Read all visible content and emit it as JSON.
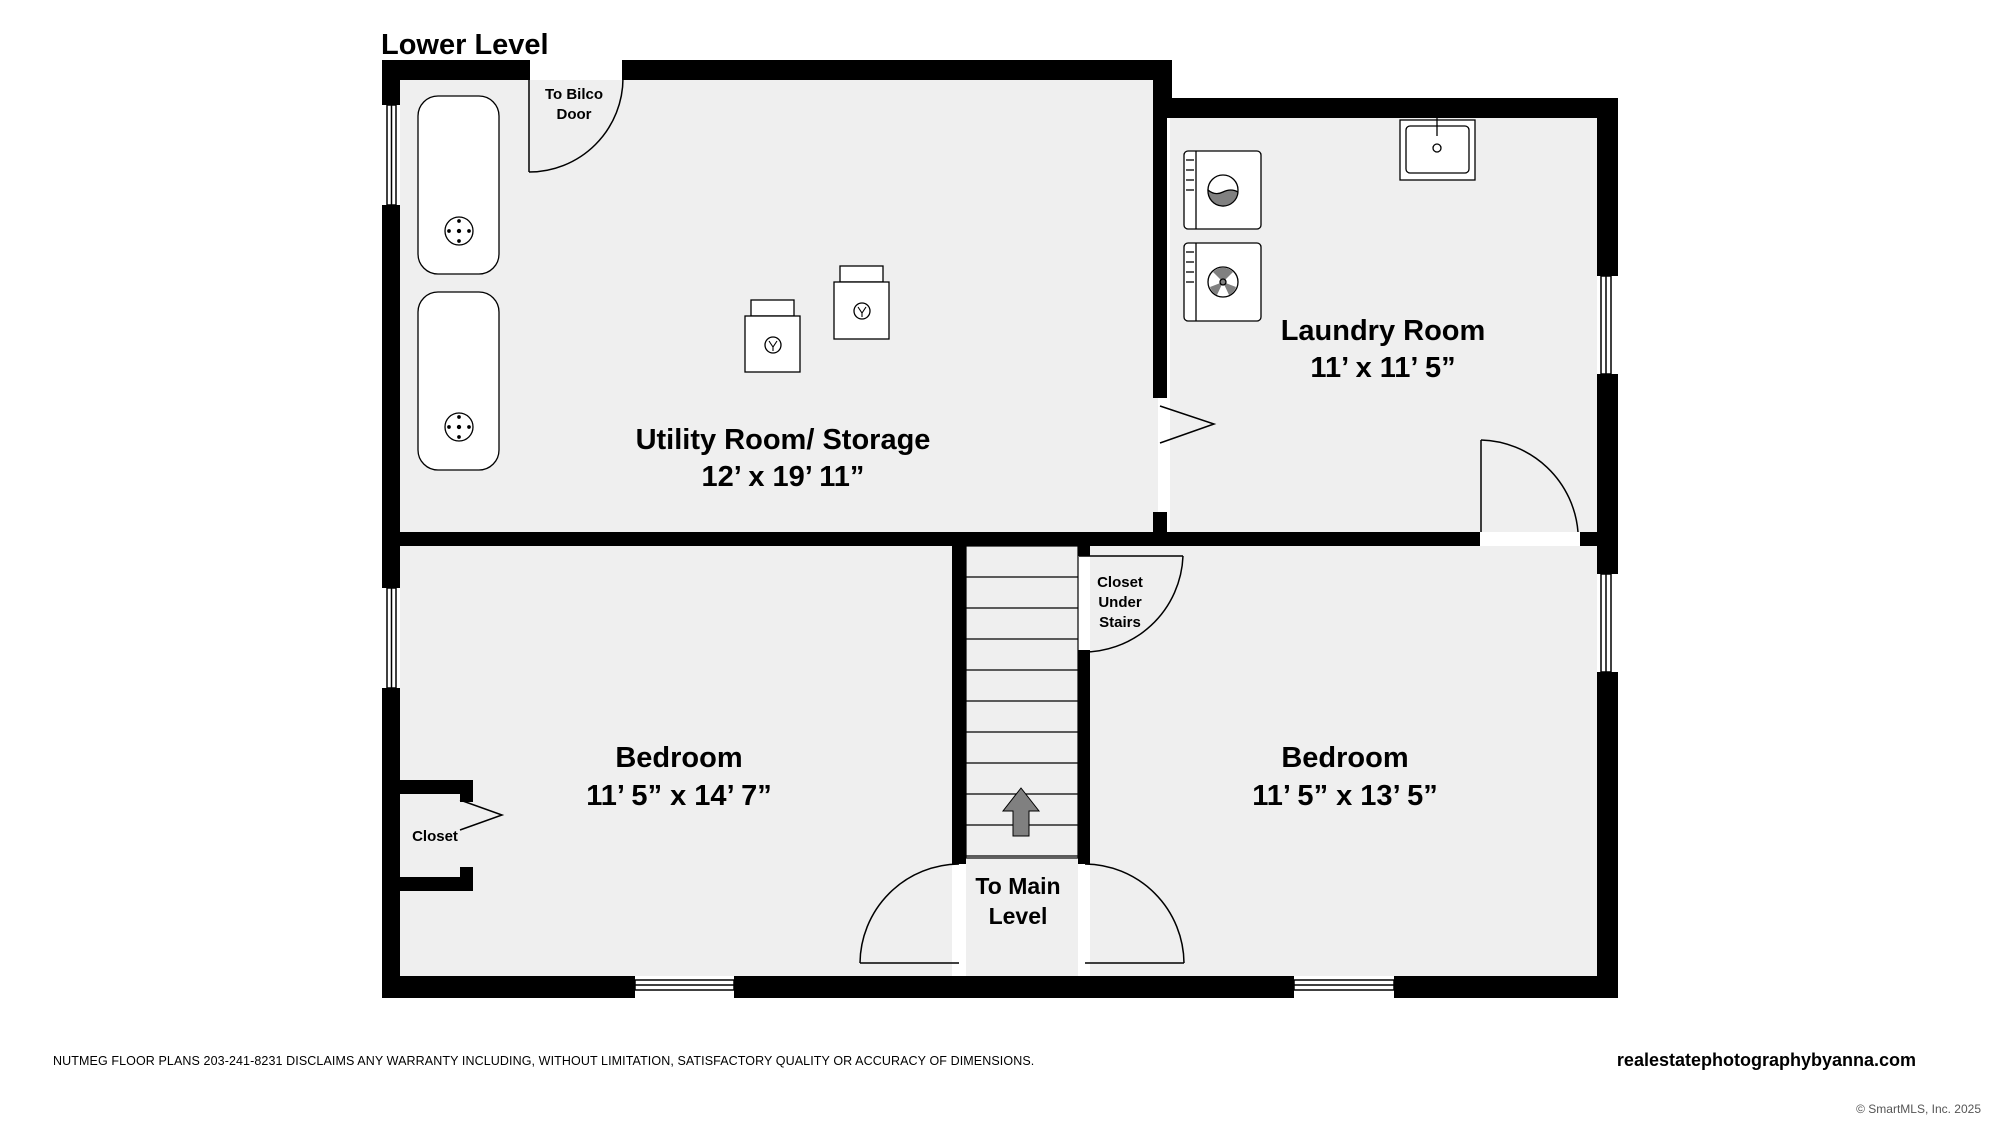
{
  "level_title": "Lower Level",
  "rooms": {
    "utility": {
      "name": "Utility Room/ Storage",
      "dims": "12’ x 19’ 11”"
    },
    "laundry": {
      "name": "Laundry Room",
      "dims": "11’ x 11’ 5”"
    },
    "bedroom_left": {
      "name": "Bedroom",
      "dims": "11’ 5” x 14’ 7”"
    },
    "bedroom_right": {
      "name": "Bedroom",
      "dims": "11’ 5” x 13’ 5”"
    }
  },
  "labels": {
    "bilco_1": "To Bilco",
    "bilco_2": "Door",
    "closet": "Closet",
    "closet_stairs_1": "Closet",
    "closet_stairs_2": "Under",
    "closet_stairs_3": "Stairs",
    "to_main_1": "To Main",
    "to_main_2": "Level"
  },
  "footer": {
    "disclaimer": "NUTMEG FLOOR PLANS 203-241-8231 DISCLAIMS ANY WARRANTY INCLUDING, WITHOUT LIMITATION, SATISFACTORY QUALITY OR ACCURACY OF DIMENSIONS.",
    "website": "realestatephotographybyanna.com",
    "copyright": "© SmartMLS, Inc.  2025"
  },
  "colors": {
    "wall": "#000000",
    "floor": "#efefef",
    "fixture": "#ffffff",
    "arrow": "#808080"
  }
}
